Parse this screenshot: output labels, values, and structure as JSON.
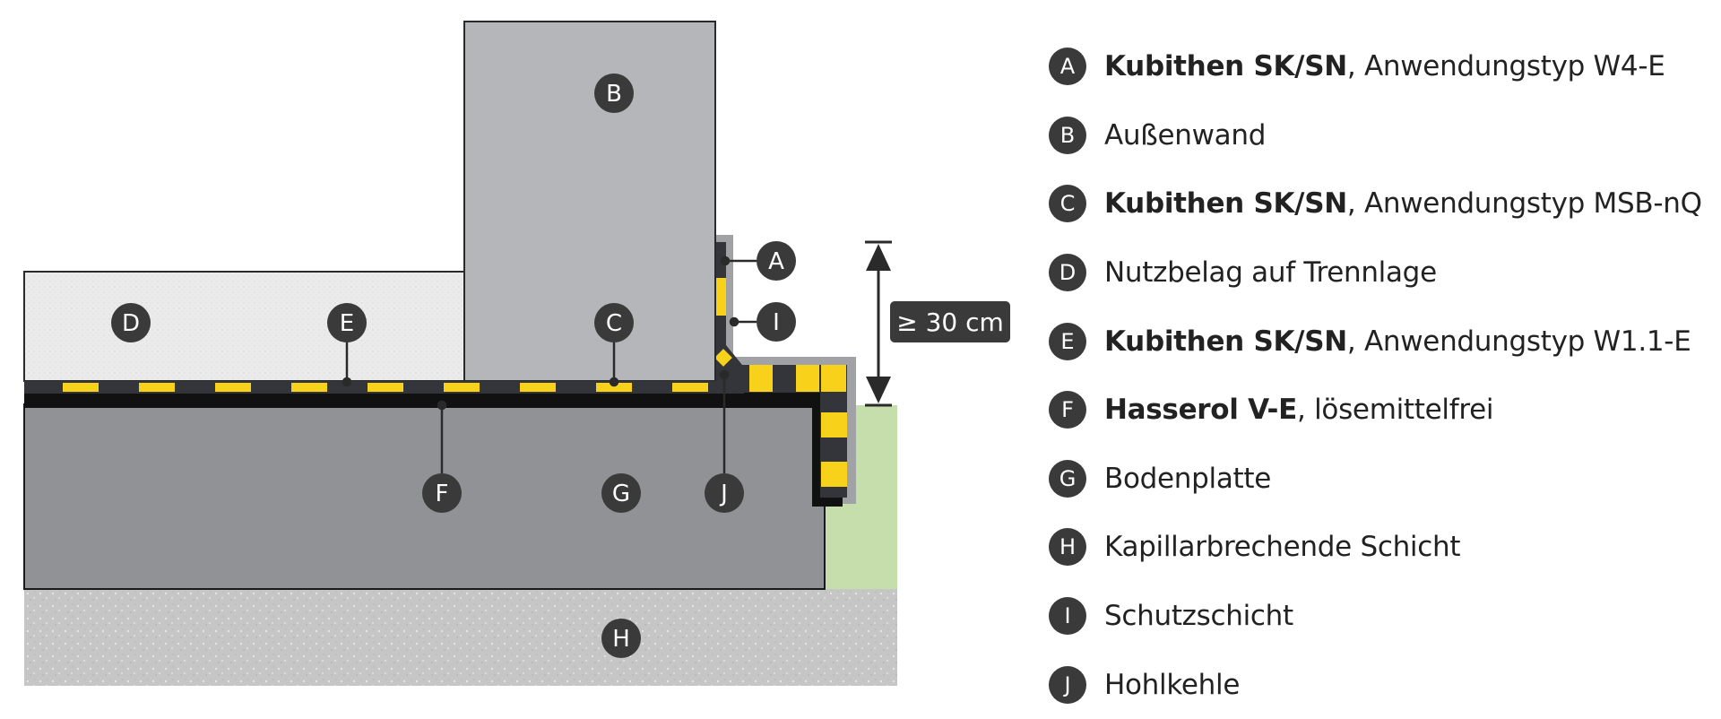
{
  "colors": {
    "wall": "#b4b6ba",
    "slab": "#909296",
    "topping": "#ebebeb",
    "gravel": "#c6c6c6",
    "soil": "#c6deac",
    "membrane_dark": "#34353b",
    "membrane_yellow": "#f7d11a",
    "primer": "#111111",
    "protection": "#a0a2a5",
    "marker": "#3a3a3a"
  },
  "diagram": {
    "markers": [
      {
        "id": "B",
        "label": "B"
      },
      {
        "id": "D",
        "label": "D"
      },
      {
        "id": "E",
        "label": "E"
      },
      {
        "id": "C",
        "label": "C"
      },
      {
        "id": "A",
        "label": "A"
      },
      {
        "id": "I",
        "label": "I"
      },
      {
        "id": "F",
        "label": "F"
      },
      {
        "id": "G",
        "label": "G"
      },
      {
        "id": "J",
        "label": "J"
      },
      {
        "id": "H",
        "label": "H"
      }
    ],
    "dimension_label": "≥ 30 cm"
  },
  "legend": [
    {
      "letter": "A",
      "bold": "Kubithen SK/SN",
      "text": ", Anwendungstyp W4-E"
    },
    {
      "letter": "B",
      "bold": "",
      "text": "Außenwand"
    },
    {
      "letter": "C",
      "bold": "Kubithen SK/SN",
      "text": ", Anwendungstyp MSB-nQ"
    },
    {
      "letter": "D",
      "bold": "",
      "text": "Nutzbelag auf Trennlage"
    },
    {
      "letter": "E",
      "bold": "Kubithen SK/SN",
      "text": ", Anwendungstyp W1.1-E"
    },
    {
      "letter": "F",
      "bold": "Hasserol V-E",
      "text": ", lösemittelfrei"
    },
    {
      "letter": "G",
      "bold": "",
      "text": "Bodenplatte"
    },
    {
      "letter": "H",
      "bold": "",
      "text": "Kapillarbrechende Schicht"
    },
    {
      "letter": "I",
      "bold": "",
      "text": "Schutzschicht"
    },
    {
      "letter": "J",
      "bold": "",
      "text": "Hohlkehle"
    }
  ]
}
